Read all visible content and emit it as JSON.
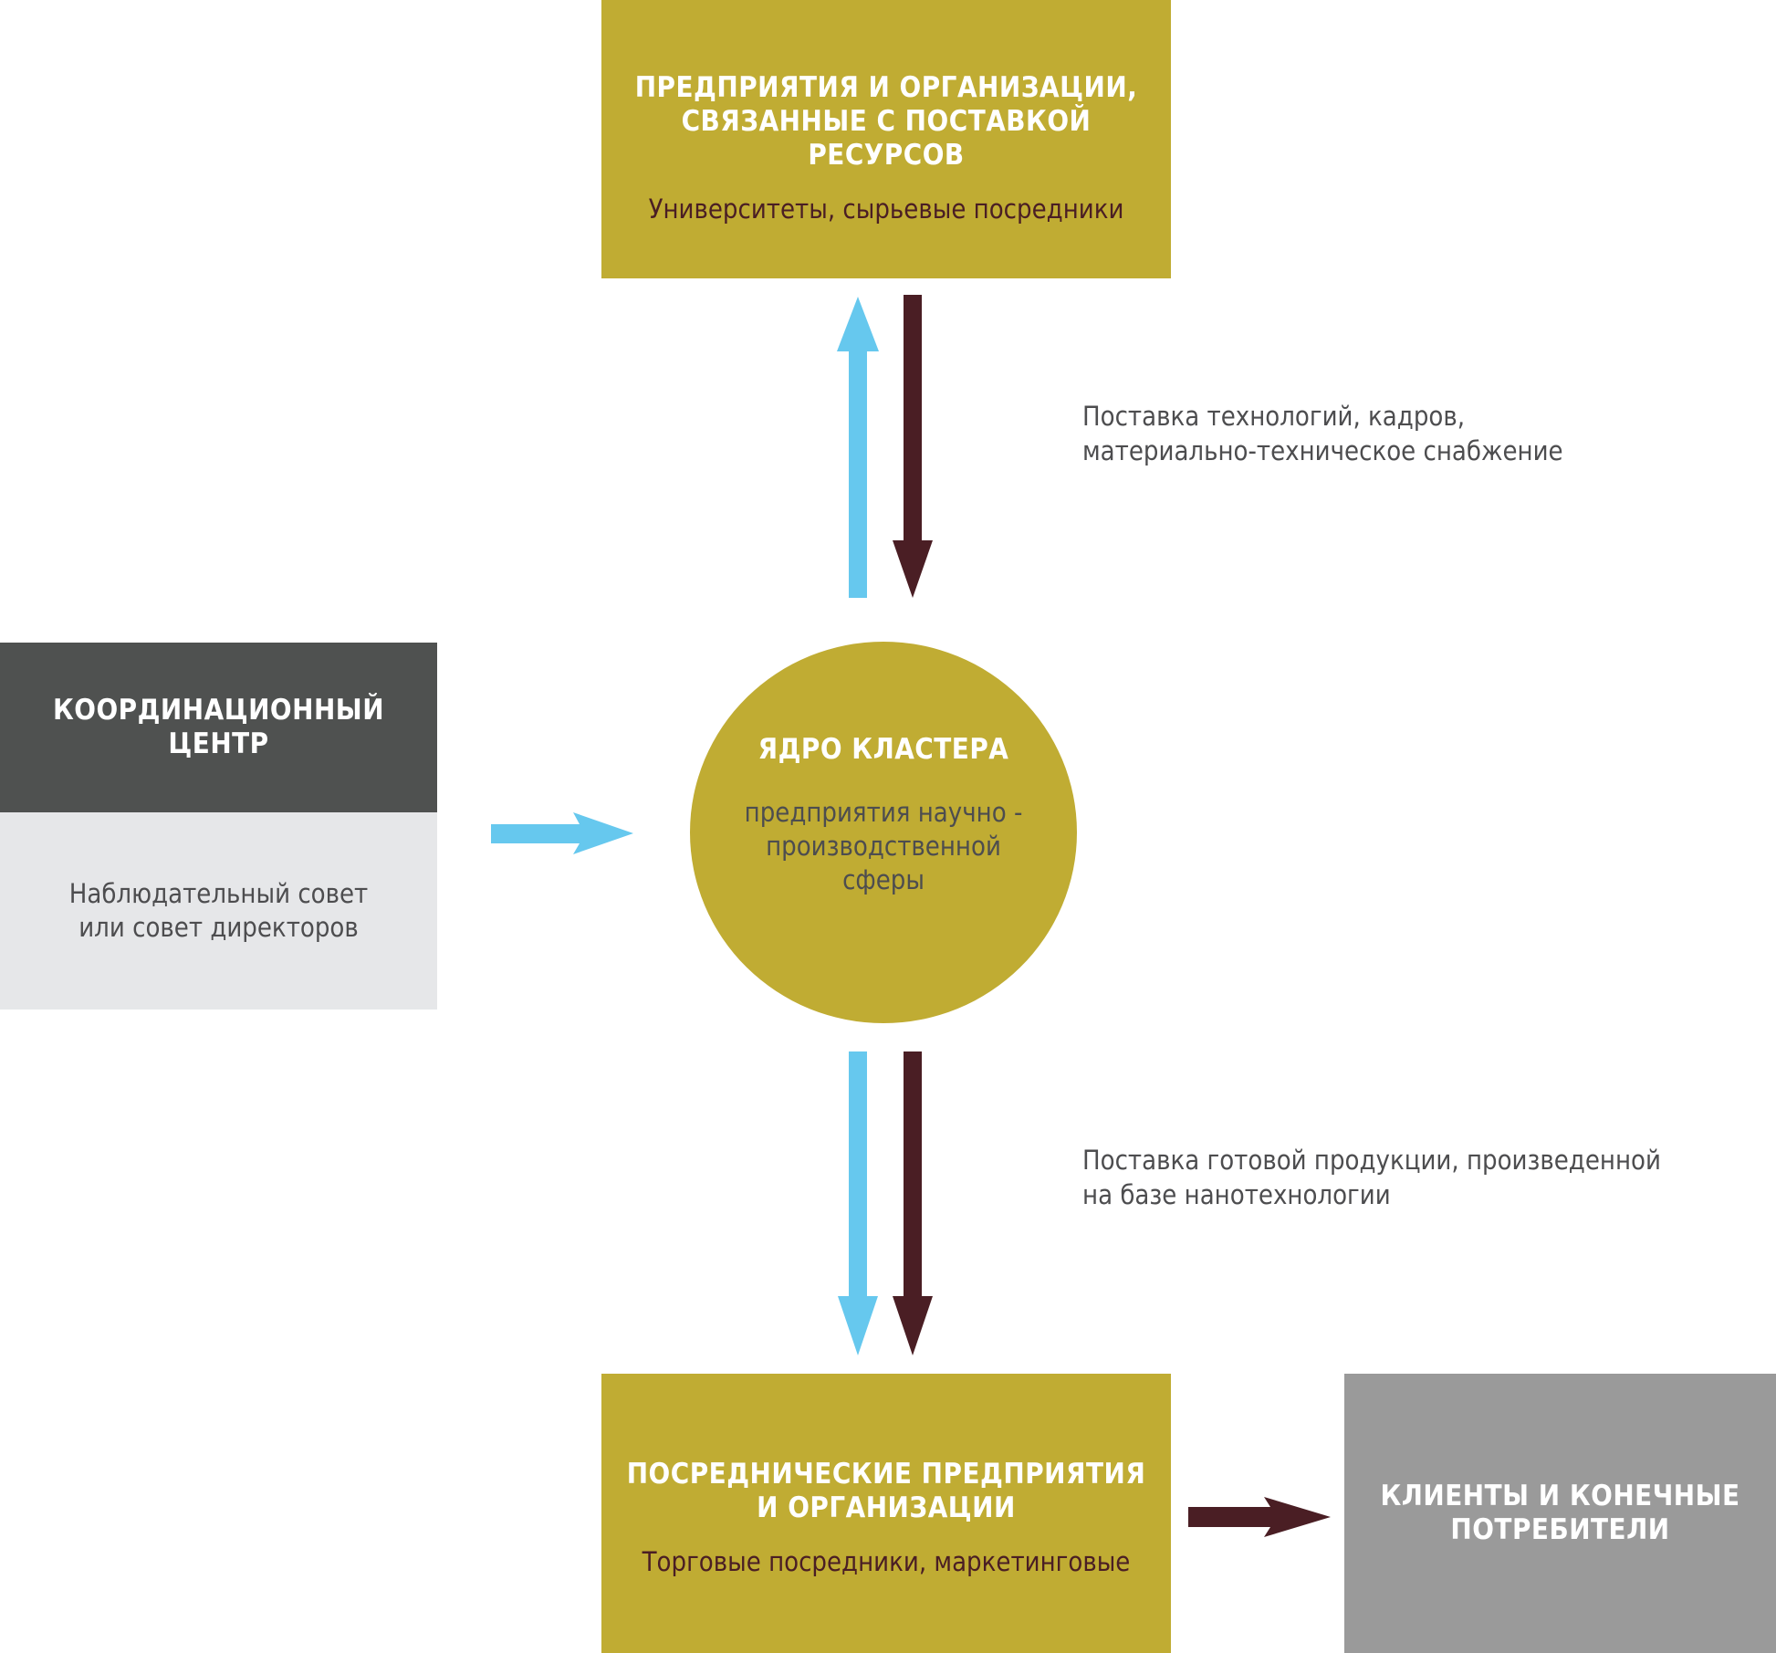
{
  "colors": {
    "olive": "#c0ac33",
    "dark_gray": "#4f5150",
    "light_gray": "#e6e7e9",
    "mid_gray": "#9a9a9a",
    "light_blue": "#66c8ee",
    "maroon": "#4a1e24"
  },
  "top_box": {
    "title": "ПРЕДПРИЯТИЯ И ОРГАНИЗАЦИИ,\nСВЯЗАННЫЕ С ПОСТАВКОЙ\nРЕСУРСОВ",
    "subtitle": "Университеты, сырьевые посредники"
  },
  "coordination": {
    "title": "КООРДИНАЦИОННЫЙ\nЦЕНТР",
    "subtitle": "Наблюдательный совет\nили совет директоров"
  },
  "core": {
    "title": "ЯДРО КЛАСТЕРА",
    "subtitle": "предприятия научно -\nпроизводственной\nсферы"
  },
  "bottom_box": {
    "title": "ПОСРЕДНИЧЕСКИЕ ПРЕДПРИЯТИЯ\nИ ОРГАНИЗАЦИИ",
    "subtitle": "Торговые посредники, маркетинговые"
  },
  "clients": {
    "title": "КЛИЕНТЫ И КОНЕЧНЫЕ\nПОТРЕБИТЕЛИ"
  },
  "notes": {
    "top": "Поставка технологий, кадров,\nматериально-техническое снабжение",
    "bottom": "Поставка готовой продукции, произведенной\nна базе нанотехнологии"
  }
}
